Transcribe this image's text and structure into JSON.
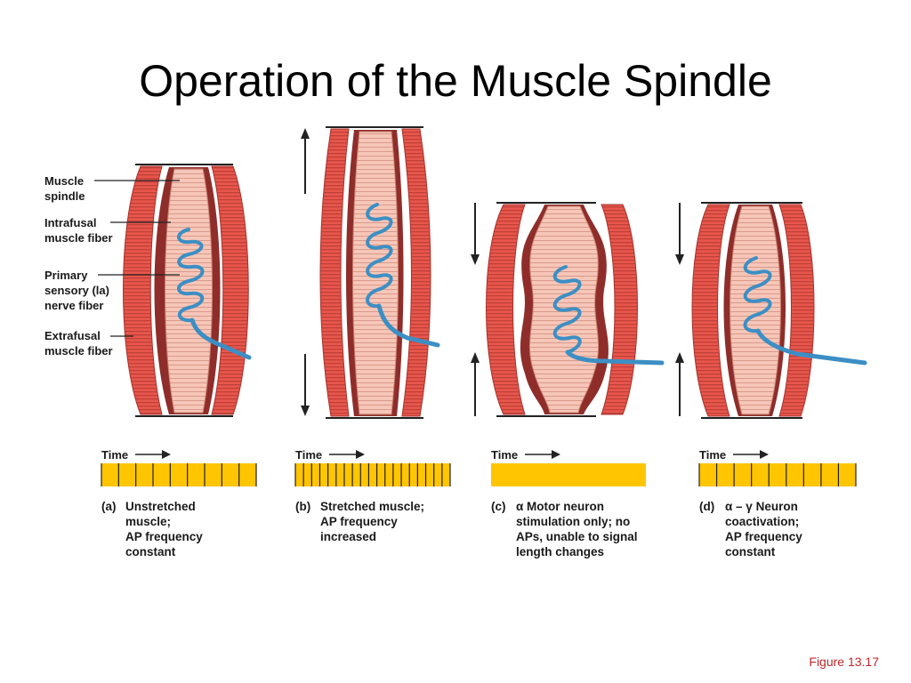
{
  "slide": {
    "title": "Operation of the Muscle Spindle",
    "figure_ref": "Figure 13.17"
  },
  "labels": [
    [
      "Muscle",
      "spindle"
    ],
    [
      "Intrafusal",
      "muscle fiber"
    ],
    [
      "Primary",
      "sensory (la)",
      "nerve fiber"
    ],
    [
      "Extrafusal",
      "muscle fiber"
    ]
  ],
  "time_label": "Time",
  "panels": [
    {
      "letter": "(a)",
      "caption": [
        "Unstretched",
        "muscle;",
        "AP frequency",
        "constant"
      ],
      "ap_count": 9
    },
    {
      "letter": "(b)",
      "caption": [
        "Stretched muscle;",
        "AP frequency",
        "increased"
      ],
      "ap_count": 19
    },
    {
      "letter": "(c)",
      "caption": [
        "α Motor neuron",
        "stimulation only; no",
        "APs, unable to  signal",
        "length changes"
      ],
      "ap_count": 0
    },
    {
      "letter": "(d)",
      "caption": [
        "α – γ Neuron",
        "coactivation;",
        "AP frequency",
        "constant"
      ],
      "ap_count": 9
    }
  ],
  "colors": {
    "muscle_red": "#e8564b",
    "muscle_dark": "#a5322c",
    "spindle_pink": "#f6c6b8",
    "capsule_dark": "#8f2d2a",
    "nerve_blue": "#3c8fc4",
    "ap_yellow": "#ffc500",
    "figure_ref": "#c0262b"
  }
}
